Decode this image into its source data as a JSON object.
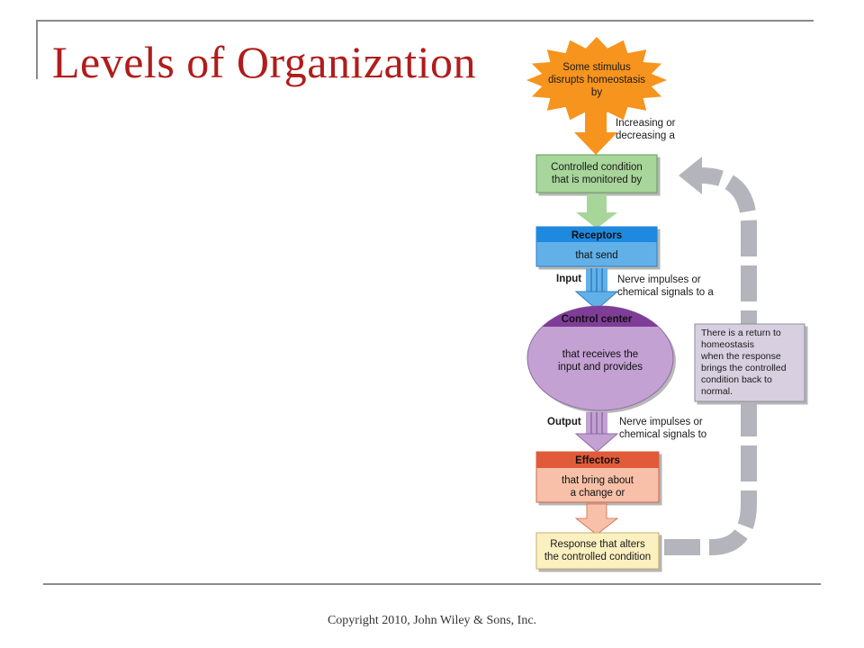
{
  "slide": {
    "title": "Levels of Organization",
    "footer": "Copyright 2010, John Wiley & Sons, Inc."
  },
  "diagram": {
    "stimulus": [
      "Some stimulus",
      "disrupts homeostasis",
      "by"
    ],
    "increasing_label": [
      "Increasing or",
      "decreasing a"
    ],
    "controlled_condition": [
      "Controlled condition",
      "that is monitored by"
    ],
    "receptors_title": "Receptors",
    "receptors_text": "that send",
    "input_label": "Input",
    "input_desc": [
      "Nerve impulses or",
      "chemical signals to a"
    ],
    "control_center_title": "Control center",
    "control_center_text": [
      "that receives the",
      "input and provides"
    ],
    "output_label": "Output",
    "output_desc": [
      "Nerve impulses or",
      "chemical signals to"
    ],
    "effectors_title": "Effectors",
    "effectors_text": [
      "that bring about",
      "a change or"
    ],
    "response": [
      "Response that alters",
      "the controlled condition"
    ],
    "return_note": [
      "There is a return to",
      "homeostasis",
      "when the response",
      "brings the controlled",
      "condition back to",
      "normal."
    ]
  }
}
